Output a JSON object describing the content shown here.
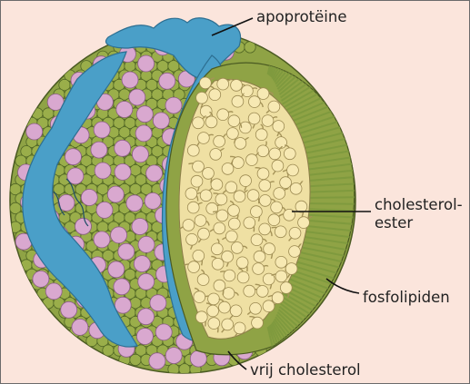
{
  "labels": {
    "apoproteine": "apoprotëine",
    "cholesterol_ester_line1": "cholesterol-",
    "cholesterol_ester_line2": "ester",
    "fosfolipiden": "fosfolipiden",
    "vrij_cholesterol": "vrij cholesterol"
  },
  "colors": {
    "background": "#fbe5dc",
    "border": "#6b6b6b",
    "apoprotein": "#4a9fc8",
    "phospholipid_head": "#9aae4a",
    "free_cholesterol": "#d9a8cf",
    "cholesterol_ester": "#f7e9b3",
    "tail_stripes": "#7f9a3e",
    "leader_line": "#111111",
    "text": "#222222"
  }
}
